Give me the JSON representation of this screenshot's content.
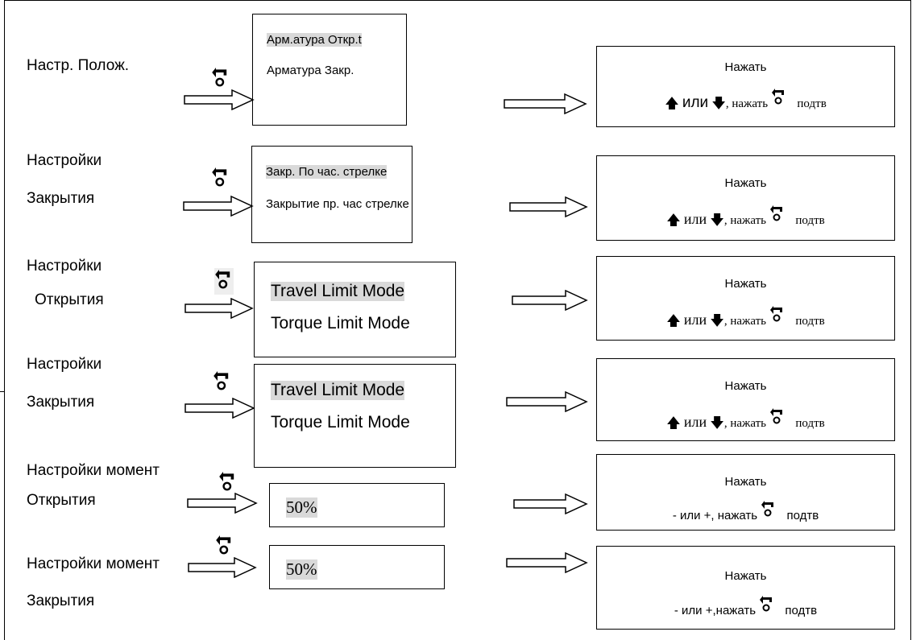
{
  "rows": [
    {
      "label_lines": [
        "Настр. Полож."
      ],
      "options": [
        "Арм.атура Откр.t",
        "Арматура Закр."
      ],
      "result_title": "Нажать",
      "result_left": "или",
      "result_mid": ", нажать",
      "result_end": "подтв"
    },
    {
      "label_lines": [
        "Настройки",
        "Закрытия"
      ],
      "options": [
        "Закр. По час. стрелке",
        "Закрытие пр. час стрелке"
      ],
      "result_title": "Нажать",
      "result_left": "или",
      "result_mid": ", нажать",
      "result_end": "подтв"
    },
    {
      "label_lines": [
        "Настройки",
        "Открытия"
      ],
      "options": [
        "Travel Limit Mode",
        "Torque Limit Mode"
      ],
      "result_title": "Нажать",
      "result_left": "или",
      "result_mid": ", нажать",
      "result_end": "подтв"
    },
    {
      "label_lines": [
        "Настройки",
        "Закрытия"
      ],
      "options": [
        "Travel Limit Mode",
        "Torque Limit Mode"
      ],
      "result_title": "Нажать",
      "result_left": "или",
      "result_mid": ", нажать",
      "result_end": "подтв"
    },
    {
      "label_lines": [
        "Настройки момент",
        "Открытия"
      ],
      "value": "50%",
      "result_title": "Нажать",
      "result_line": "- или +, нажать",
      "result_end": "подтв"
    },
    {
      "label_lines": [
        "Настройки момент",
        "Закрытия"
      ],
      "value": "50%",
      "result_title": "Нажать",
      "result_line": "- или +,нажать",
      "result_end": "подтв"
    }
  ],
  "icons": {
    "enter": "enter-key-icon",
    "up": "up-arrow-icon",
    "down": "down-arrow-icon",
    "flow": "hollow-right-arrow-icon"
  },
  "colors": {
    "highlight": "#d9d9d9",
    "line": "#000000",
    "background": "#ffffff"
  }
}
